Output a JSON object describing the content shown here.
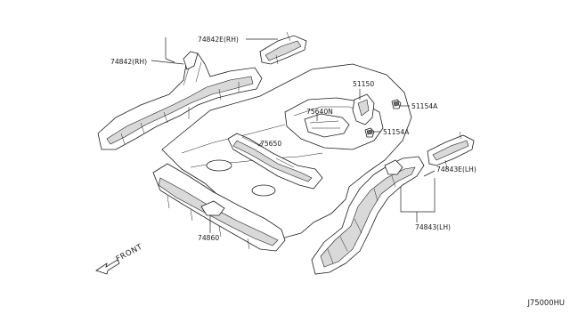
{
  "labels": {
    "p74842e_rh": "74842E(RH)",
    "p74842_rh": "74842(RH)",
    "p51150": "51150",
    "p51154a_top": "51154A",
    "p51154a_mid": "51154A",
    "p75640n": "75640N",
    "p75650": "75650",
    "p74843e_lh": "74843E(LH)",
    "p74843_lh": "74843(LH)",
    "p74860": "74860",
    "front": "FRONT"
  },
  "diagram_code": "J75000HU"
}
